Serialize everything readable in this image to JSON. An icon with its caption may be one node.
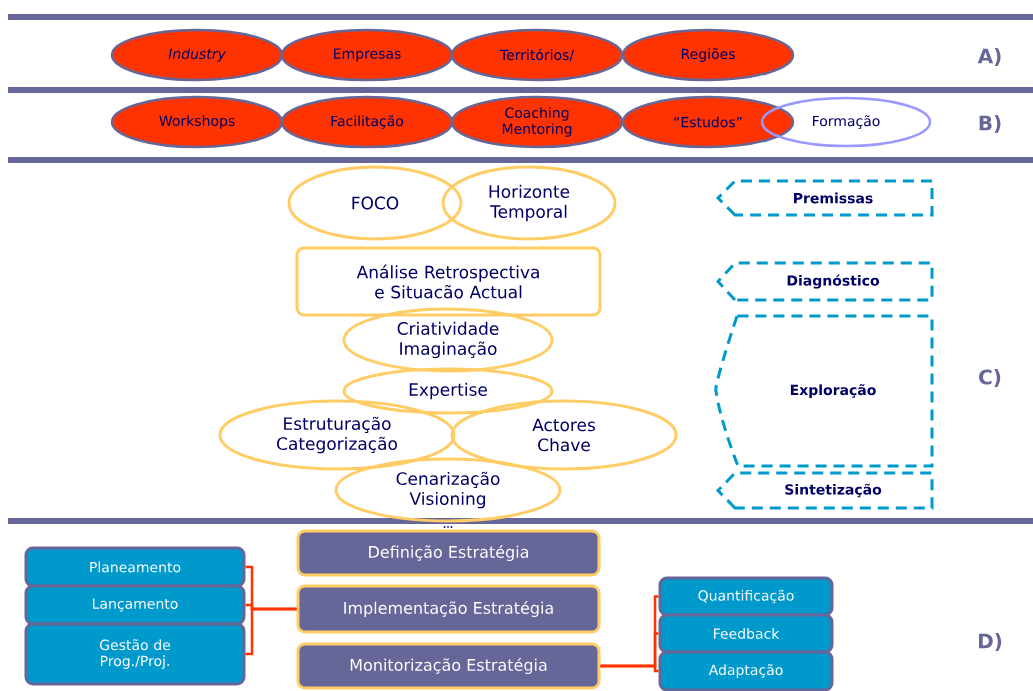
{
  "diagram": {
    "nodes": [
      {
        "text": [
          "Industry"
        ]
      },
      {
        "text": [
          "Empresas"
        ]
      },
      {
        "text": [
          "Territórios/"
        ]
      },
      {
        "text": [
          "Regiões"
        ]
      },
      {
        "text": [
          "Workshops"
        ]
      },
      {
        "text": [
          "Facilitação"
        ]
      },
      {
        "text": [
          "Coaching Mentoring"
        ]
      },
      {
        "text": [
          "“Estudos”"
        ]
      },
      {
        "text": [
          "Formação"
        ]
      },
      {
        "text": [
          "FOCO"
        ]
      },
      {
        "text": [
          "Horizonte Temporal"
        ]
      },
      {
        "text": [
          "Análise Retrospectiva e Situacão Actual"
        ]
      },
      {
        "text": [
          "Criatividade Imaginação"
        ]
      },
      {
        "text": [
          "Expertise"
        ]
      },
      {
        "text": [
          "Estruturação Categorização"
        ]
      },
      {
        "text": [
          "Actores Chave"
        ]
      },
      {
        "text": [
          "Cenarização Visioning"
        ]
      },
      {
        "text": [
          "Premissas"
        ]
      },
      {
        "text": [
          "Diagnóstico"
        ]
      },
      {
        "text": [
          "Exploração"
        ]
      },
      {
        "text": [
          "Sintetização"
        ]
      },
      {
        "text": [
          "Definição Estratégia"
        ]
      },
      {
        "text": [
          "Planeamento"
        ]
      },
      {
        "text": [
          "Lançamento"
        ]
      },
      {
        "text": [
          "Gestão de Prog./Proj."
        ]
      },
      {
        "text": [
          "Implementação Estratégia"
        ]
      },
      {
        "text": [
          "Quantificação"
        ]
      },
      {
        "text": [
          "Feedback"
        ]
      },
      {
        "text": [
          "Adaptação"
        ]
      },
      {
        "text": [
          "Monitorização Estratégia"
        ]
      }
    ],
    "edges": [
      {
        "from": 25,
        "to": 22,
        "arrow": "none"
      },
      {
        "from": 25,
        "to": 23,
        "arrow": "none"
      },
      {
        "from": 25,
        "to": 24,
        "arrow": "none"
      },
      {
        "from": 29,
        "to": 26,
        "arrow": "none"
      },
      {
        "from": 29,
        "to": 27,
        "arrow": "none"
      },
      {
        "from": 29,
        "to": 28,
        "arrow": "none"
      }
    ],
    "labels": [
      "A)",
      "B)",
      "C)",
      "...",
      "D)"
    ]
  }
}
